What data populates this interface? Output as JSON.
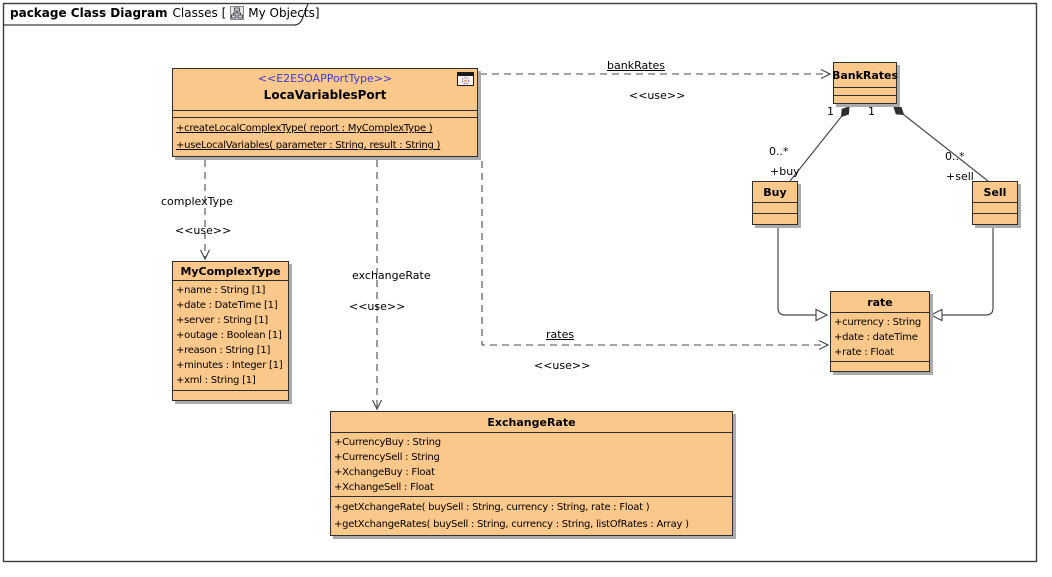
{
  "frame": {
    "kind_label": "package Class Diagram",
    "context_label": "Classes [",
    "object_label": "My Objects",
    "close_bracket": "]",
    "tab_icon": "class-diagram-icon"
  },
  "classes": {
    "locaVariablesPort": {
      "stereotype": "<<E2ESOAPPortType>>",
      "name": "LocaVariablesPort",
      "icon": "soap-port-window-icon",
      "operations": [
        "+createLocalComplexType( report : MyComplexType )",
        "+useLocalVariables( parameter : String, result : String )"
      ]
    },
    "myComplexType": {
      "name": "MyComplexType",
      "attributes": [
        "+name : String [1]",
        "+date : DateTime [1]",
        "+server : String [1]",
        "+outage : Boolean [1]",
        "+reason : String [1]",
        "+minutes : Integer [1]",
        "+xml : String [1]"
      ]
    },
    "exchangeRate": {
      "name": "ExchangeRate",
      "attributes": [
        "+CurrencyBuy : String",
        "+CurrencySell : String",
        "+XchangeBuy : Float",
        "+XchangeSell : Float"
      ],
      "operations": [
        "+getXchangeRate( buySell : String, currency : String, rate : Float )",
        "+getXchangeRates( buySell : String, currency : String, listOfRates : Array )"
      ]
    },
    "bankRates": {
      "name": "BankRates"
    },
    "buy": {
      "name": "Buy"
    },
    "sell": {
      "name": "Sell"
    },
    "rate": {
      "name": "rate",
      "attributes": [
        "+currency : String",
        "+date : dateTime",
        "+rate : Float"
      ]
    }
  },
  "connectors": {
    "bankRates_dep": {
      "name": "bankRates",
      "stereotype": "<<use>>"
    },
    "complexType_dep": {
      "name": "complexType",
      "stereotype": "<<use>>"
    },
    "exchangeRate_dep": {
      "name": "exchangeRate",
      "stereotype": "<<use>>"
    },
    "rates_dep": {
      "name": "rates",
      "stereotype": "<<use>>"
    },
    "buy_assoc": {
      "bank_multiplicity": "1",
      "multiplicity": "0..*",
      "role": "+buy"
    },
    "sell_assoc": {
      "bank_multiplicity": "1",
      "multiplicity": "0..*",
      "role": "+sell"
    }
  },
  "colors": {
    "class_fill": "#FBC88C",
    "class_border": "#2f2f2f",
    "stereotype_text": "#3b3bd0",
    "shadow": "#ababab",
    "line": "#4a4a4a",
    "background": "#ffffff"
  }
}
